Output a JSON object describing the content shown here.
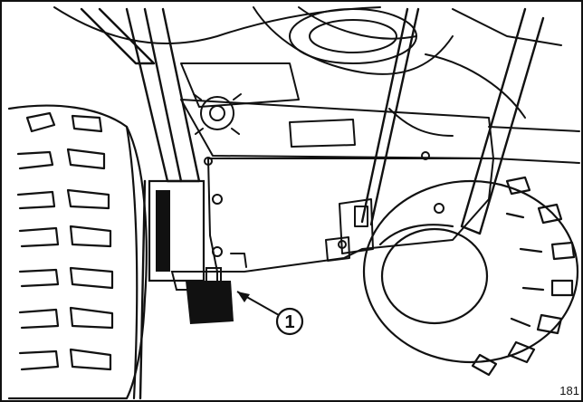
{
  "figure": {
    "callouts": [
      {
        "label": "1",
        "name": "callout-1"
      }
    ],
    "figure_number": "181",
    "colors": {
      "ink": "#111111",
      "paper": "#ffffff"
    }
  }
}
